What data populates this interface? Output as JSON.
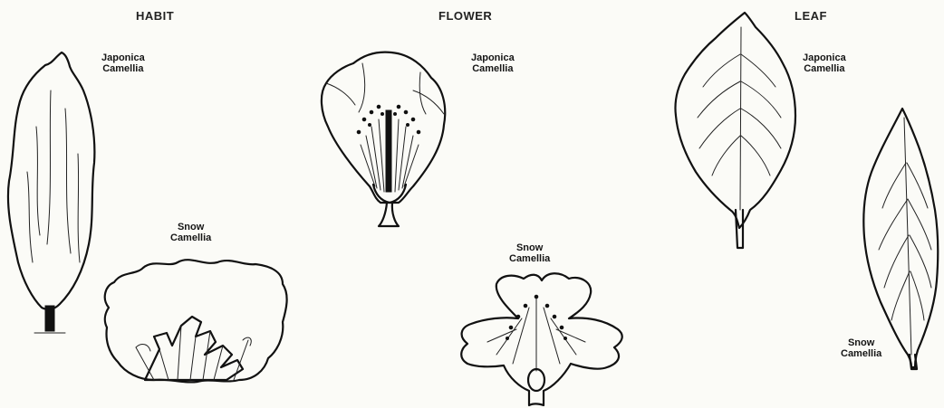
{
  "headings": {
    "habit": "HABIT",
    "flower": "FLOWER",
    "leaf": "LEAF"
  },
  "captions": {
    "habit_japonica": [
      "Japonica",
      "Camellia"
    ],
    "habit_snow": [
      "Snow",
      "Camellia"
    ],
    "flower_japonica": [
      "Japonica",
      "Camellia"
    ],
    "flower_snow": [
      "Snow",
      "Camellia"
    ],
    "leaf_japonica": [
      "Japonica",
      "Camellia"
    ],
    "leaf_snow": [
      "Snow",
      "Camellia"
    ]
  },
  "colors": {
    "ink": "#111111",
    "paper": "#fbfbf7"
  }
}
